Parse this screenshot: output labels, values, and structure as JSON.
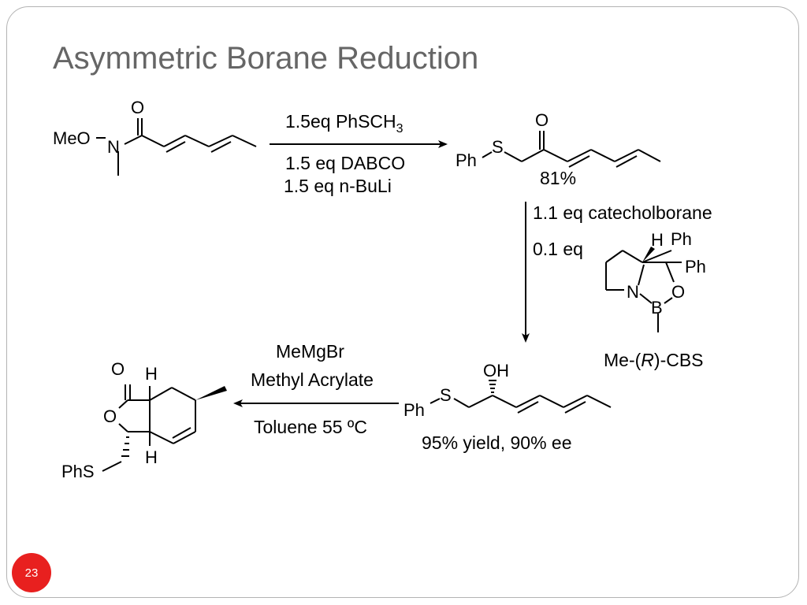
{
  "slide": {
    "title": "Asymmetric Borane Reduction",
    "number": "23"
  },
  "scheme": {
    "start_material": {
      "carbonyl_o": "O",
      "meo_label": "MeO",
      "n_label": "N"
    },
    "step1": {
      "reagent1_main": "1.5eq PhSCH",
      "reagent1_sub": "3",
      "reagent2": "1.5 eq DABCO",
      "reagent3": "1.5 eq n-BuLi"
    },
    "ketone": {
      "ph_label": "Ph",
      "s_label": "S",
      "o_label": "O",
      "yield": "81%"
    },
    "step2": {
      "reagent1": "1.1 eq catecholborane",
      "reagent2": "0.1 eq"
    },
    "catalyst": {
      "h_label": "H",
      "ph_top": "Ph",
      "ph_right": "Ph",
      "n_label": "N",
      "o_label": "O",
      "b_label": "B",
      "name_prefix": "Me-(",
      "name_italic": "R",
      "name_suffix": ")-CBS"
    },
    "alcohol": {
      "oh_label": "OH",
      "ph_label": "Ph",
      "s_label": "S",
      "result": "95% yield, 90% ee"
    },
    "step3": {
      "reagent1": "MeMgBr",
      "reagent2": "Methyl Acrylate",
      "conditions": "Toluene 55 ºC"
    },
    "product": {
      "o_carbonyl": "O",
      "o_ring": "O",
      "h_top": "H",
      "h_bottom": "H",
      "phs_label": "PhS"
    }
  }
}
